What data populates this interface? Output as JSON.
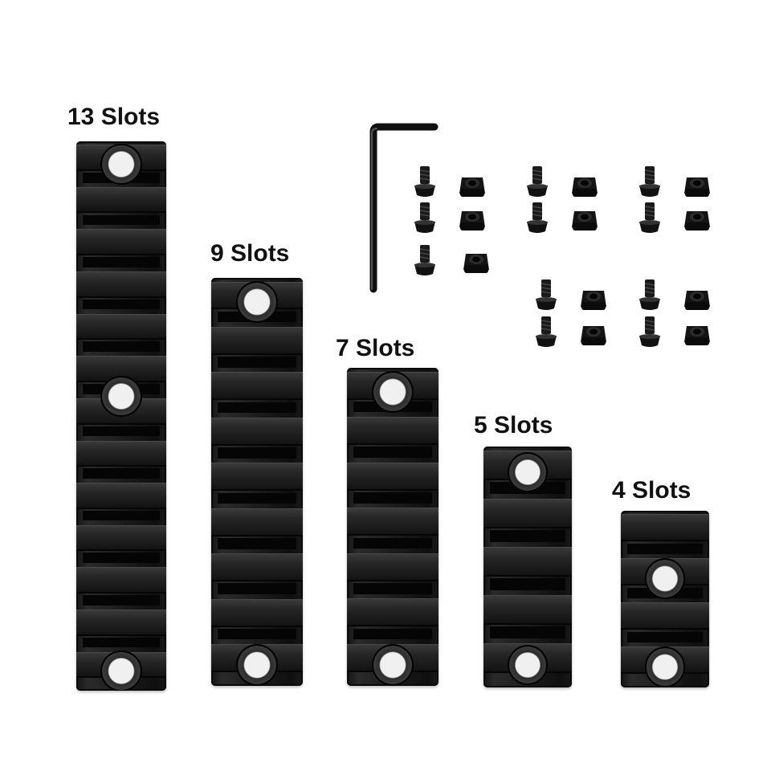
{
  "labels": {
    "rail_13": "13 Slots",
    "rail_9": "9 Slots",
    "rail_7": "7 Slots",
    "rail_5": "5 Slots",
    "rail_4": "4 Slots"
  },
  "icons": {
    "wrench": "hex-key-icon",
    "screw": "screw-icon",
    "nut": "t-nut-icon"
  },
  "colors": {
    "rail": "#1c1c1c",
    "background": "#ffffff",
    "label": "#111111"
  }
}
